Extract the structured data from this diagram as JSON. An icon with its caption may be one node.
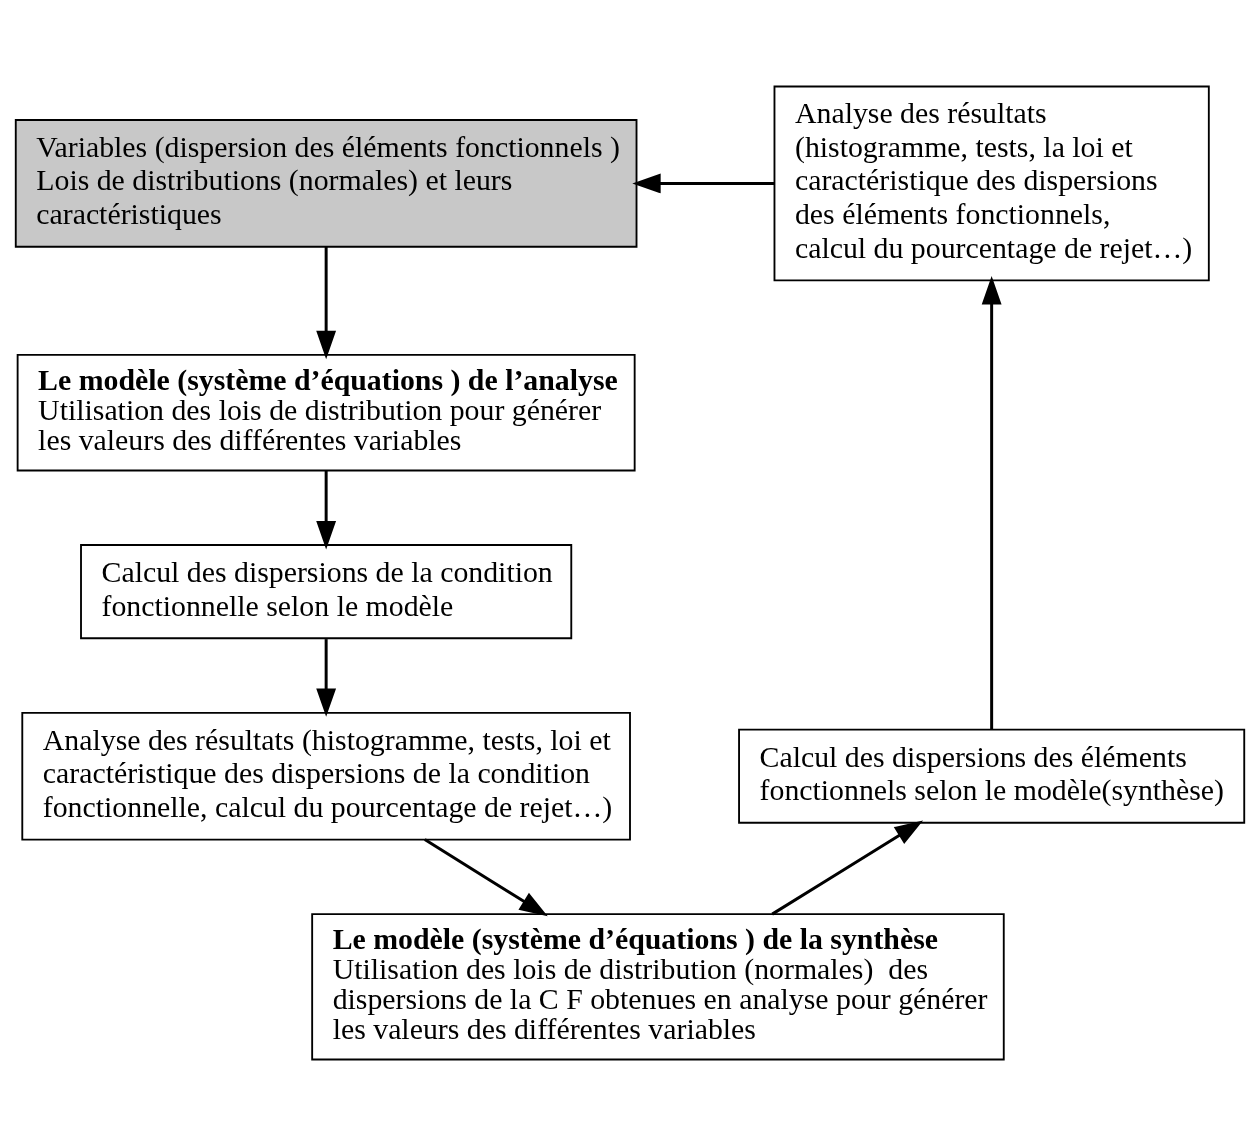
{
  "diagram": {
    "nodes": [
      {
        "text": [
          "Variables (dispersion des éléments fonctionnels )",
          "Lois de distributions (normales) et leurs caractéristiques"
        ]
      },
      {
        "text": [
          "Le modèle (système d’équations ) de l’analyse",
          "Utilisation des lois de distribution pour générer les valeurs des différentes variables"
        ]
      },
      {
        "text": [
          "Calcul des dispersions de la condition fonctionnelle selon le modèle"
        ]
      },
      {
        "text": [
          "Analyse des résultats (histogramme, tests, loi et caractéristique des dispersions de la condition fonctionnelle, calcul du pourcentage de rejet…)"
        ]
      },
      {
        "text": [
          "Le modèle (système d’équations ) de la synthèse",
          "Utilisation des lois de distribution (normales)  des dispersions de la C F obtenues en analyse pour générer les valeurs des différentes variables"
        ]
      },
      {
        "text": [
          "Calcul des dispersions des éléments fonctionnels selon le modèle(synthèse)"
        ]
      },
      {
        "text": [
          "Analyse des résultats (histogramme, tests, la loi et caractéristique des dispersions des éléments fonctionnels, calcul du pourcentage de rejet…)"
        ]
      }
    ],
    "edges": [
      {
        "from": 0,
        "to": 1,
        "arrow": "to"
      },
      {
        "from": 1,
        "to": 2,
        "arrow": "to"
      },
      {
        "from": 2,
        "to": 3,
        "arrow": "to"
      },
      {
        "from": 3,
        "to": 4,
        "arrow": "to"
      },
      {
        "from": 4,
        "to": 5,
        "arrow": "to"
      },
      {
        "from": 5,
        "to": 6,
        "arrow": "to"
      },
      {
        "from": 6,
        "to": 0,
        "arrow": "to"
      }
    ]
  }
}
